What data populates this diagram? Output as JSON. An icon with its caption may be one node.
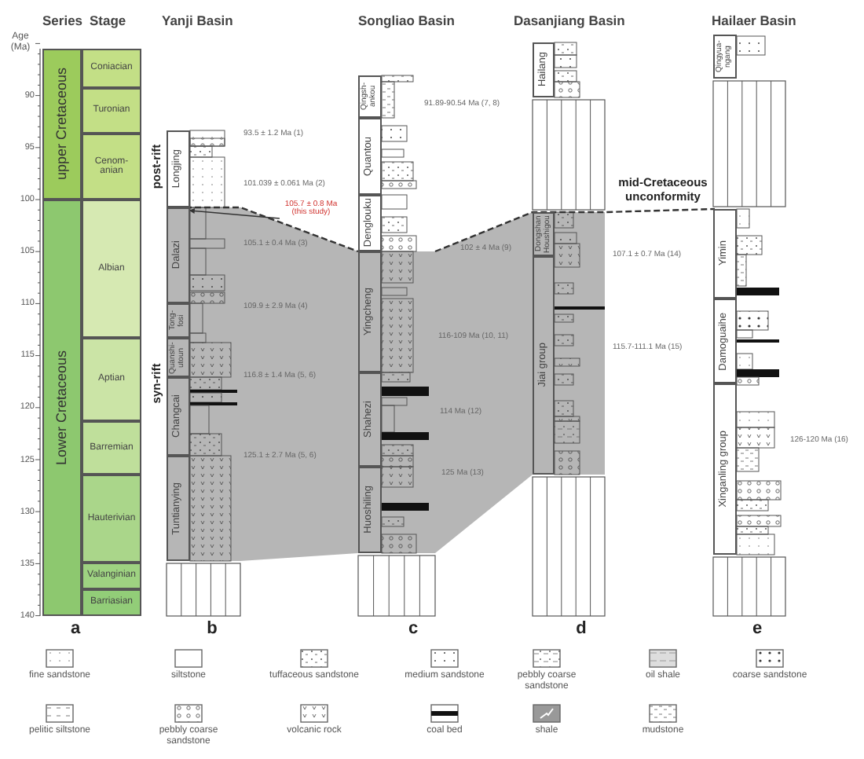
{
  "diagram": {
    "nodes": [
      {
        "text": [
          "upper Cretaceous"
        ]
      },
      {
        "text": [
          "Lower Cretaceous"
        ]
      },
      {
        "text": [
          "Coniacian"
        ]
      },
      {
        "text": [
          "Turonian"
        ]
      },
      {
        "text": [
          "Cenom-anian"
        ]
      },
      {
        "text": [
          "Albian"
        ]
      },
      {
        "text": [
          "Aptian"
        ]
      },
      {
        "text": [
          "Barremian"
        ]
      },
      {
        "text": [
          "Hauterivian"
        ]
      },
      {
        "text": [
          "Valanginian"
        ]
      },
      {
        "text": [
          "Barriasian"
        ]
      },
      {
        "text": [
          "Longjing"
        ]
      },
      {
        "text": [
          "Dalazi"
        ]
      },
      {
        "text": [
          "Tong-fosi"
        ]
      },
      {
        "text": [
          "Quanshi-utoun"
        ]
      },
      {
        "text": [
          "Changcai"
        ]
      },
      {
        "text": [
          "Tuntianying"
        ]
      },
      {
        "text": [
          "Qingsh-ankou"
        ]
      },
      {
        "text": [
          "Quantou"
        ]
      },
      {
        "text": [
          "Denglouku"
        ]
      },
      {
        "text": [
          "Yingcheng"
        ]
      },
      {
        "text": [
          "Shahezi"
        ]
      },
      {
        "text": [
          "Huoshiling"
        ]
      },
      {
        "text": [
          "Hailang"
        ]
      },
      {
        "text": [
          "Dongshan Houshigou"
        ]
      },
      {
        "text": [
          "Jiai group"
        ]
      },
      {
        "text": [
          "Qingyua-ngang"
        ]
      },
      {
        "text": [
          "Yimin"
        ]
      },
      {
        "text": [
          "Damoguaihe"
        ]
      },
      {
        "text": [
          "Xinganling group"
        ]
      },
      {
        "text": [
          "105.7 ± 0.8 Ma (this study)"
        ]
      }
    ],
    "edges": [
      {
        "from": 30,
        "to": 12,
        "arrow": "to"
      }
    ],
    "labels": [
      "Series",
      "Stage",
      "Yanji Basin",
      "Songliao Basin",
      "Dasanjiang Basin",
      "Hailaer Basin",
      "Age (Ma)",
      "90",
      "95",
      "100",
      "105",
      "110",
      "115",
      "120",
      "125",
      "130",
      "135",
      "140",
      "post-rift",
      "syn-rift",
      "93.5 ± 1.2 Ma (1)",
      "101.039 ± 0.061 Ma (2)",
      "105.1 ± 0.4 Ma (3)",
      "109.9 ± 2.9 Ma (4)",
      "116.8 ± 1.4 Ma (5, 6)",
      "125.1 ± 2.7 Ma (5, 6)",
      "91.89-90.54 Ma (7, 8)",
      "102 ± 4 Ma (9)",
      "116-109 Ma (10, 11)",
      "114 Ma (12)",
      "125 Ma (13)",
      "mid-Cretaceous unconformity",
      "107.1 ± 0.7 Ma (14)",
      "115.7-111.1 Ma (15)",
      "126-120 Ma (16)",
      "a",
      "b",
      "c",
      "d",
      "e"
    ],
    "legend": [
      {
        "text": "fine sandstone"
      },
      {
        "text": "siltstone"
      },
      {
        "text": "tuffaceous sandstone"
      },
      {
        "text": "medium sandstone"
      },
      {
        "text": "pebbly coarse sandstone"
      },
      {
        "text": "oil shale"
      },
      {
        "text": "coarse sandstone"
      },
      {
        "text": "pelitic siltstone"
      },
      {
        "text": "pebbly coarse sandstone"
      },
      {
        "text": "volcanic rock"
      },
      {
        "text": "coal bed"
      },
      {
        "text": "shale"
      },
      {
        "text": "mudstone"
      }
    ]
  }
}
